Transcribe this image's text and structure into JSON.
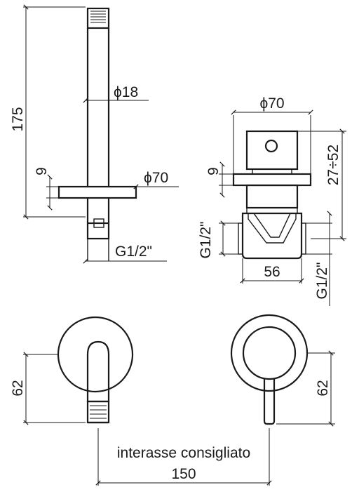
{
  "labels": {
    "spout_height": "175",
    "spout_diameter": "ϕ18",
    "rosette_thickness_left": "9",
    "rosette_diameter_left": "ϕ70",
    "spout_thread": "G1/2\"",
    "mixer_diameter": "ϕ70",
    "rosette_thickness_right": "9",
    "adjust_range": "27÷52",
    "inlet_thread_left": "G1/2\"",
    "body_width": "56",
    "inlet_thread_right": "G1/2\"",
    "front_height_left": "62",
    "front_height_right": "62",
    "center_distance_caption": "interasse consigliato",
    "center_distance": "150"
  }
}
